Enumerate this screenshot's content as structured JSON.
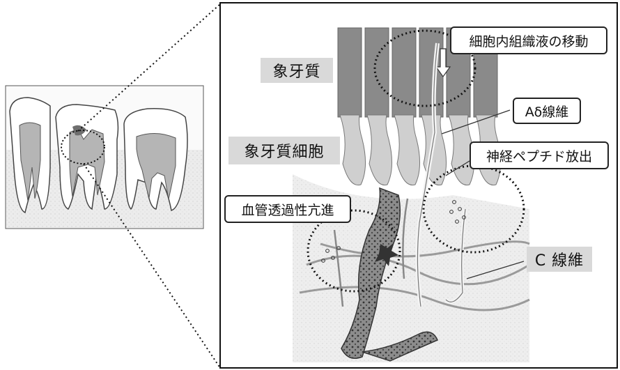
{
  "labels": {
    "dentin": "象牙質",
    "odontoblast": "象牙質細胞",
    "fluid_movement": "細胞内組織液の移動",
    "a_delta_fiber": "Aδ線維",
    "neuropeptide_release": "神経ペプチド放出",
    "vascular_permeability": "血管透過性亢進",
    "c_fiber": "C 線維"
  },
  "colors": {
    "dentin_tubule": "#8a8a8a",
    "odontoblast": "#c8c8c8",
    "pulp_tissue": "#e6e6e6",
    "vessel": "#555555",
    "label_gray": "#d9d9d9",
    "outline": "#222222"
  }
}
